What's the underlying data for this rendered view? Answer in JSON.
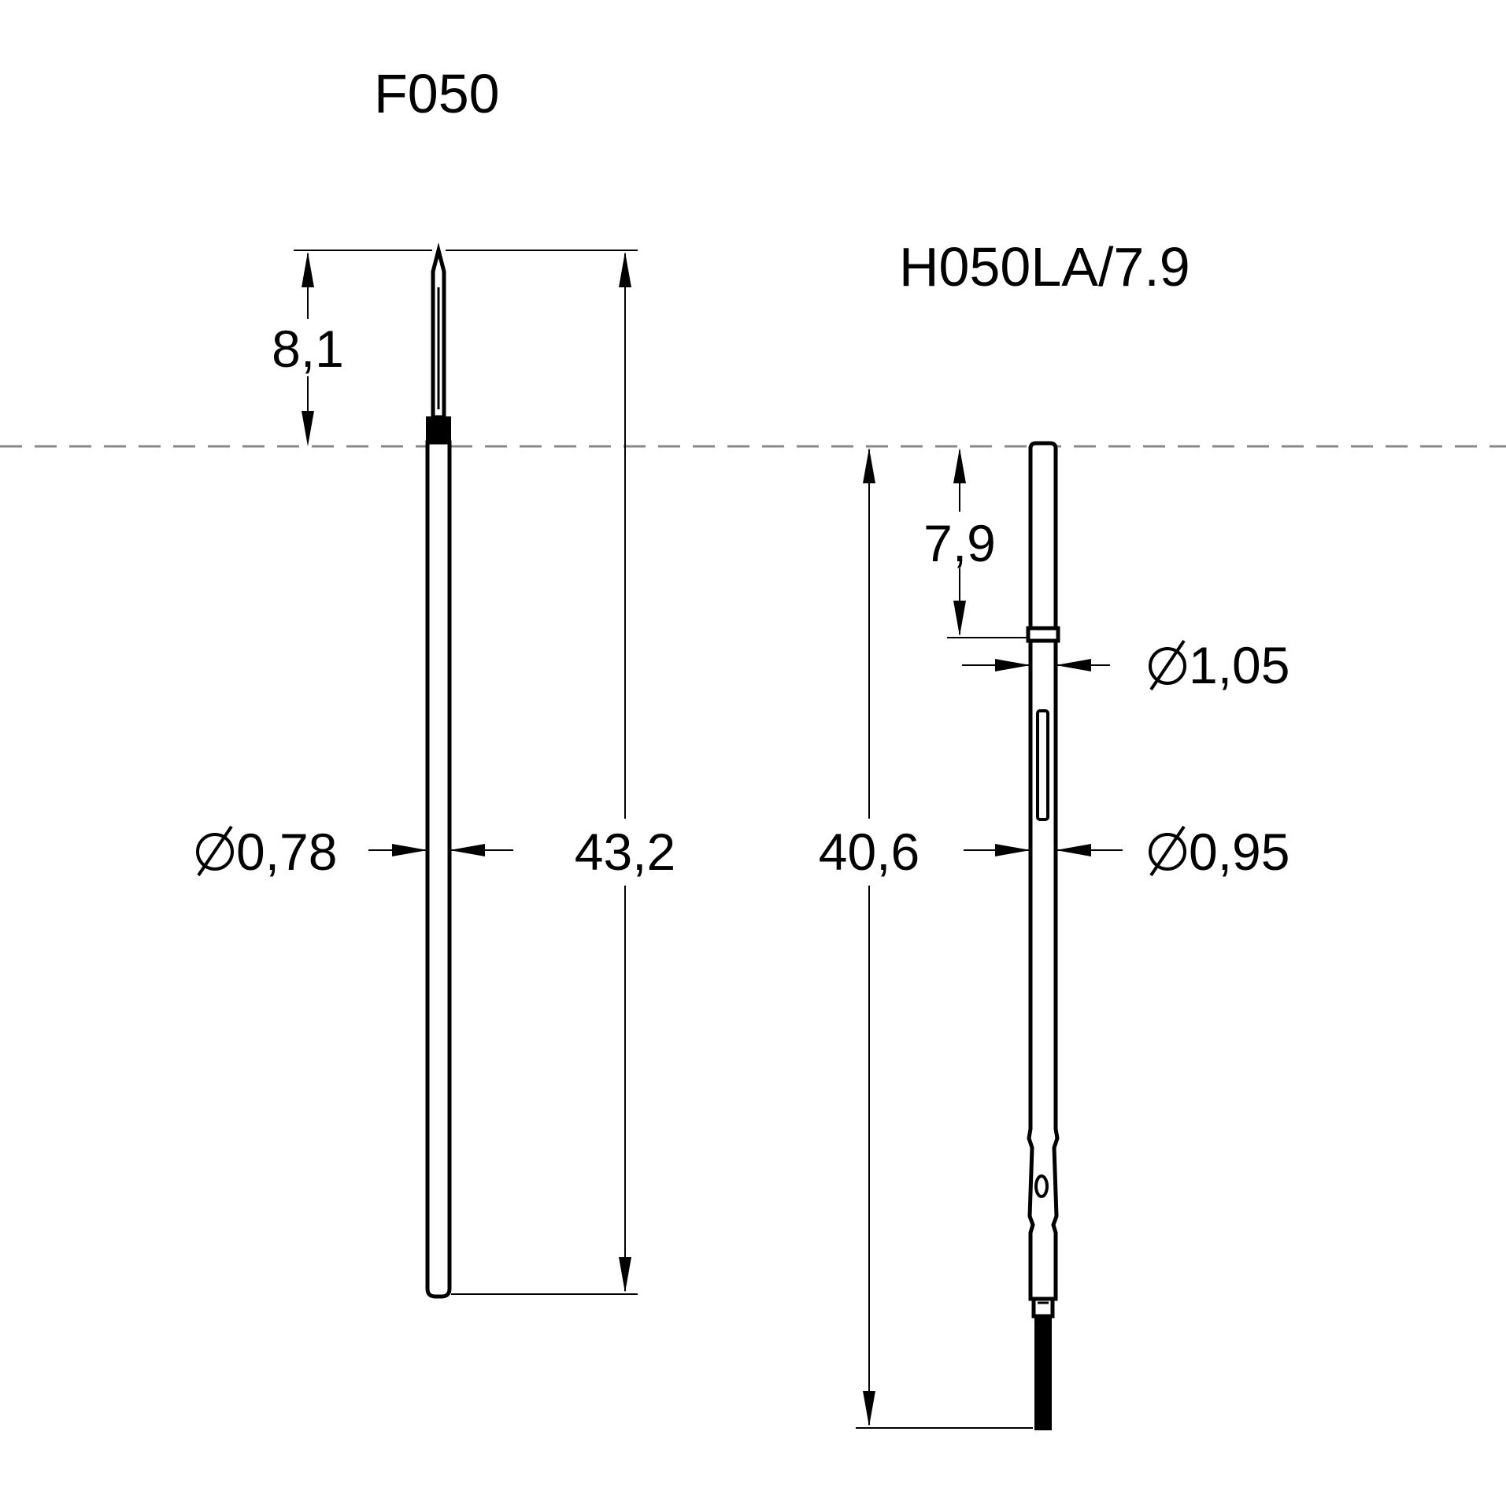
{
  "parts": {
    "left": {
      "name": "F050"
    },
    "right": {
      "name": "H050LA/7.9"
    }
  },
  "dimensions": {
    "tip_length": "8,1",
    "total_length_left": "43,2",
    "diameter_left": "0,78",
    "insert_depth": "7,9",
    "collar_diameter": "1,05",
    "total_length_right": "40,6",
    "diameter_right": "0,95"
  },
  "diameter_symbol": "⌀",
  "colors": {
    "line": "#000000",
    "reference_line": "#888888",
    "background": "#ffffff"
  }
}
